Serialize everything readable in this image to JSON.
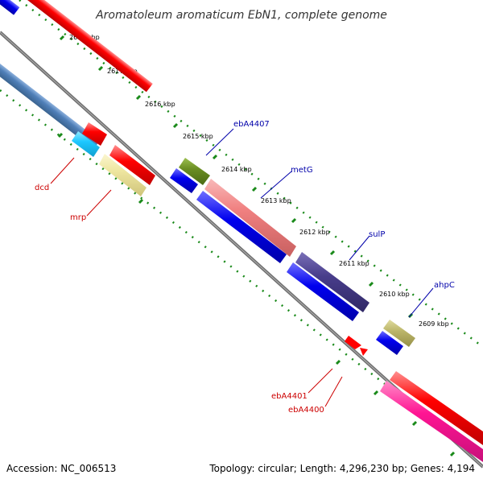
{
  "title": "Aromatoleum aromaticum EbN1, complete genome",
  "footer": {
    "accession": "Accession: NC_006513",
    "summary": "Topology: circular; Length: 4,296,230 bp; Genes: 4,194"
  },
  "ticks": [
    "2618 kbp",
    "2617 kbp",
    "2616 kbp",
    "2615 kbp",
    "2614 kbp",
    "2613 kbp",
    "2612 kbp",
    "2611 kbp",
    "2610 kbp",
    "2609 kbp"
  ],
  "genes": {
    "forward": [
      "ebA4407",
      "metG",
      "sulP",
      "ahpC"
    ],
    "reverse": [
      "dcd",
      "mrp",
      "ebA4401",
      "ebA4400"
    ]
  },
  "colors": {
    "forward_label": "#0000aa",
    "reverse_label": "#cc0000",
    "backbone": "#808080",
    "tick_dots": "#1a8a1a",
    "red": "#ff0000",
    "blue": "#0000ee",
    "steelblue": "#4f7fb8",
    "cyan": "#1ec8ff",
    "khaki": "#eee6a0",
    "olive": "#6b8e23",
    "salmon": "#f08080",
    "darkslate": "#483d8b",
    "darkkhaki": "#bdb76b",
    "magenta": "#ff1493"
  }
}
